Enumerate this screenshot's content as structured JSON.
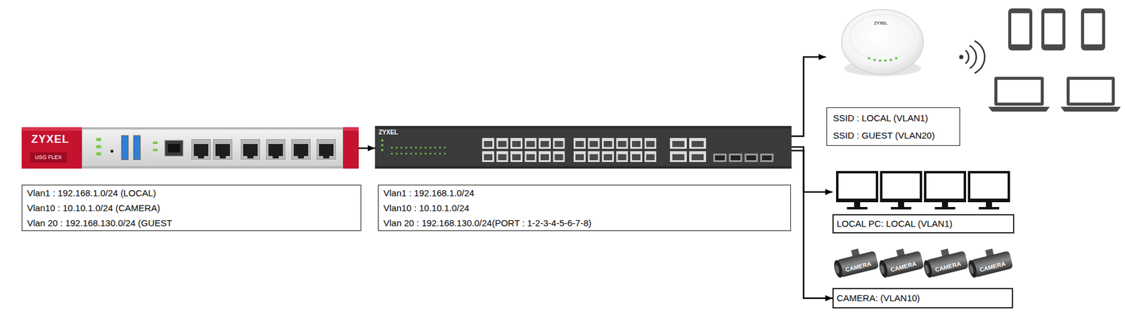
{
  "diagram": {
    "nodes": [
      {
        "text": [
          "ZYXEL",
          "USG FLEX"
        ]
      },
      {
        "text": [
          "Vlan1 : 192.168.1.0/24 (LOCAL)",
          "Vlan10 : 10.10.1.0/24 (CAMERA)",
          "Vlan 20 : 192.168.130.0/24 (GUEST"
        ]
      },
      {
        "text": [
          "ZYXEL"
        ]
      },
      {
        "text": [
          "Vlan1 : 192.168.1.0/24",
          "Vlan10 : 10.10.1.0/24",
          "Vlan 20 : 192.168.130.0/24(PORT : 1-2-3-4-5-6-7-8)"
        ]
      },
      {
        "text": [
          "ZYXEL"
        ]
      },
      {
        "text": [
          "SSID : LOCAL (VLAN1)",
          "SSID : GUEST (VLAN20)"
        ]
      },
      {
        "text": [
          "LOCAL PC: LOCAL (VLAN1)"
        ]
      },
      {
        "text": [
          "CAMERA: (VLAN10)"
        ]
      }
    ],
    "edges": [
      {
        "from": 0,
        "to": 2,
        "arrow": "to"
      },
      {
        "from": 2,
        "to": 4,
        "arrow": "to"
      },
      {
        "from": 2,
        "to": 6,
        "arrow": "to"
      },
      {
        "from": 2,
        "to": 7,
        "arrow": "to"
      }
    ],
    "labels": [
      "CAMERA",
      "CAMERA",
      "CAMERA",
      "CAMERA"
    ]
  }
}
